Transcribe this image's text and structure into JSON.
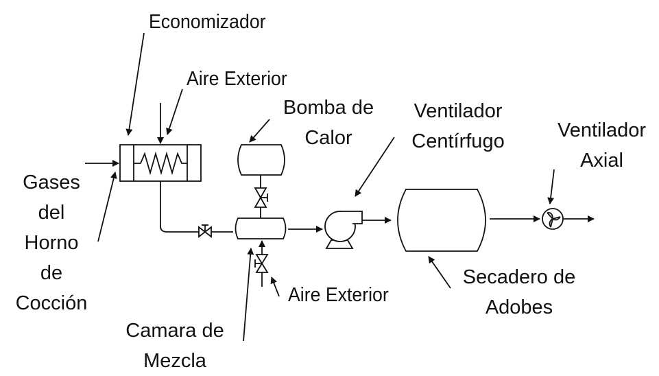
{
  "labels": {
    "economizador": "Economizador",
    "aire_exterior_top": "Aire Exterior",
    "bomba_calor": [
      "Bomba de",
      "Calor"
    ],
    "ventilador_centrifugo": [
      "Ventilador",
      "Centírfugo"
    ],
    "ventilador_axial": [
      "Ventilador",
      "Axial"
    ],
    "gases": [
      "Gases",
      "del",
      "Horno",
      "de",
      "Cocción"
    ],
    "aire_exterior_bottom": "Aire Exterior",
    "secadero": [
      "Secadero de",
      "Adobes"
    ],
    "camara": [
      "Camara de",
      "Mezcla"
    ]
  },
  "colors": {
    "line": "#111111",
    "background": "#ffffff"
  }
}
